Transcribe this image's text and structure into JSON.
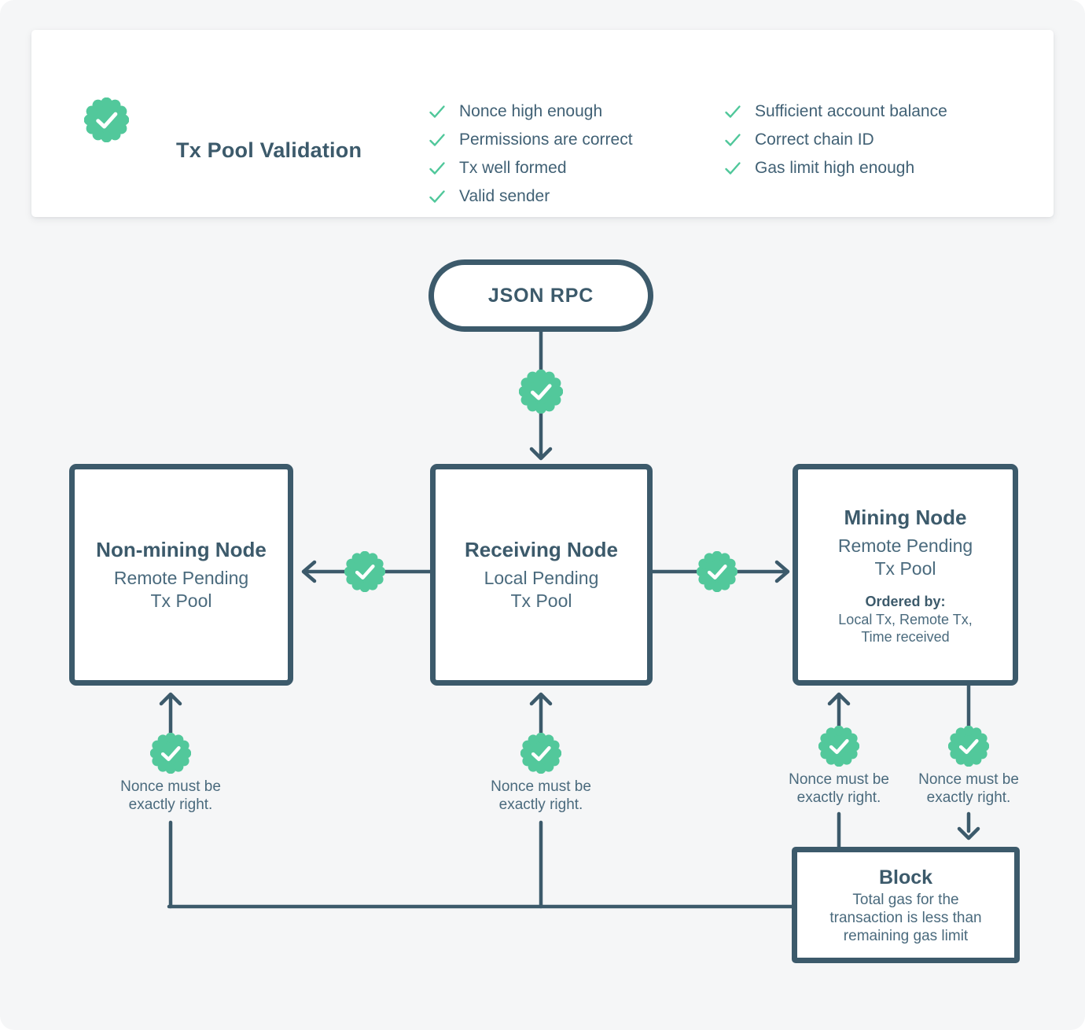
{
  "colors": {
    "accent_green": "#52C89B",
    "check_green": "#4FC79A",
    "slate_dark": "#3C5A6B",
    "text_body": "#4A6A7D",
    "background": "#F5F6F7",
    "surface": "#FFFFFF"
  },
  "icons": {
    "badge": "seal-check-icon",
    "list_check": "check-icon",
    "arrows": "chevron-arrow-connectors"
  },
  "validation_card": {
    "title": "Tx Pool Validation",
    "checks_col1": [
      "Nonce high enough",
      "Permissions are correct",
      "Tx well formed",
      "Valid sender"
    ],
    "checks_col2": [
      "Sufficient account balance",
      "Correct chain ID",
      "Gas limit high enough"
    ]
  },
  "diagram": {
    "entry_label": "JSON RPC",
    "nonce_note": [
      "Nonce must be",
      "exactly right."
    ],
    "nodes": {
      "non_mining": {
        "title": "Non-mining Node",
        "subtitle": [
          "Remote Pending",
          "Tx Pool"
        ]
      },
      "receiving": {
        "title": "Receiving Node",
        "subtitle": [
          "Local Pending",
          "Tx Pool"
        ]
      },
      "mining": {
        "title": "Mining Node",
        "subtitle": [
          "Remote Pending",
          "Tx Pool"
        ],
        "ordered_by_label": "Ordered by:",
        "ordered_by": [
          "Local Tx, Remote Tx,",
          "Time received"
        ]
      },
      "block": {
        "title": "Block",
        "body": [
          "Total gas for the",
          "transaction is less than",
          "remaining gas limit"
        ]
      }
    }
  }
}
